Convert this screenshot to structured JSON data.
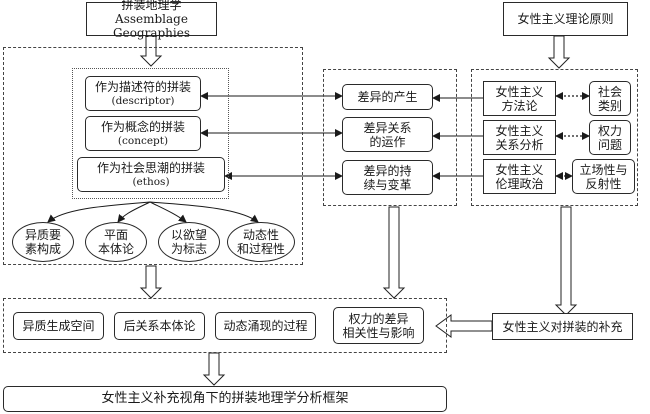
{
  "top": {
    "assemblage_cn": "拼装地理学",
    "assemblage_en": "Assemblage Geographies",
    "feminist_principles": "女性主义理论原则"
  },
  "assemblage_types": [
    {
      "cn": "作为描述符的拼装",
      "en": "(descriptor)"
    },
    {
      "cn": "作为概念的拼装",
      "en": "(concept)"
    },
    {
      "cn": "作为社会思潮的拼装",
      "en": "(ethos)"
    }
  ],
  "features": [
    {
      "line1": "异质要",
      "line2": "素构成"
    },
    {
      "line1": "平面",
      "line2": "本体论"
    },
    {
      "line1": "以欲望",
      "line2": "为标志"
    },
    {
      "line1": "动态性",
      "line2": "和过程性"
    }
  ],
  "difference": [
    {
      "line1": "差异的产生",
      "line2": ""
    },
    {
      "line1": "差异关系",
      "line2": "的运作"
    },
    {
      "line1": "差异的持",
      "line2": "续与变革"
    }
  ],
  "feminist_methods": [
    {
      "line1": "女性主义",
      "line2": "方法论"
    },
    {
      "line1": "女性主义",
      "line2": "关系分析"
    },
    {
      "line1": "女性主义",
      "line2": "伦理政治"
    }
  ],
  "feminist_topics": [
    {
      "line1": "社会",
      "line2": "类别"
    },
    {
      "line1": "权力",
      "line2": "问题"
    },
    {
      "line1": "立场性与",
      "line2": "反射性"
    }
  ],
  "outcomes": [
    {
      "line1": "异质生成空间",
      "line2": ""
    },
    {
      "line1": "后关系本体论",
      "line2": ""
    },
    {
      "line1": "动态涌现的过程",
      "line2": ""
    },
    {
      "line1": "权力的差异",
      "line2": "相关性与影响"
    }
  ],
  "supplement": "女性主义对拼装的补充",
  "framework_title": "女性主义补充视角下的拼装地理学分析框架"
}
